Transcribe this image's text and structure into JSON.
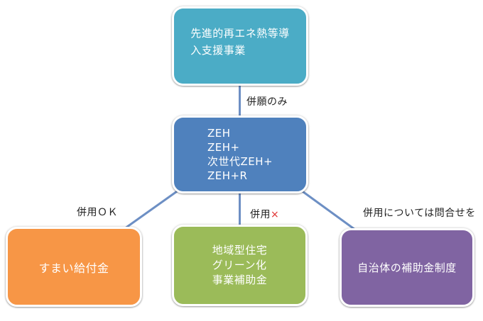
{
  "nodes": {
    "top": {
      "label": "先進的再エネ熱等導\n入支援事業"
    },
    "middle": {
      "label": "ZEH\nZEH+\n次世代ZEH+\nZEH+R"
    },
    "bottom_left": {
      "label": "すまい給付金"
    },
    "bottom_center": {
      "label": "地域型住宅\nグリーン化\n事業補助金"
    },
    "bottom_right": {
      "label": "自治体の補助金制度"
    }
  },
  "edge_labels": {
    "top_to_middle": "併願のみ",
    "middle_to_left": "併用ＯＫ",
    "middle_to_center": "併用",
    "middle_to_center_mark": "×",
    "middle_to_right": "併用については問合せを"
  },
  "colors": {
    "node_top": "#4bacc6",
    "node_middle": "#4f81bd",
    "node_bottom_left": "#f79646",
    "node_bottom_center": "#9bbb59",
    "node_bottom_right": "#8064a2",
    "node_text": "#ffffff",
    "connector_line": "#6d8fc4",
    "forbidden_mark": "#e03030",
    "edge_label_text": "#222222",
    "background": "#ffffff"
  }
}
